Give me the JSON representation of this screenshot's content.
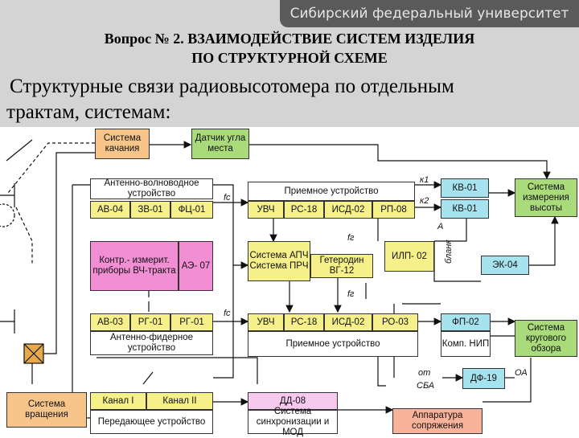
{
  "header": {
    "university": "Сибирский федеральный университет",
    "title_line1": "Вопрос № 2. ВЗАИМОДЕЙСТВИЕ СИСТЕМ ИЗДЕЛИЯ",
    "title_line2": "ПО СТРУКТУРНОЙ СХЕМЕ",
    "subtitle_line1": "Структурные связи радиовысотомера по отдельным",
    "subtitle_line2": "трактам, системам:"
  },
  "blocks": {
    "kachaniya": "Система качания",
    "datchik": "Датчик угла места",
    "avu_top": "Антенно-волноводное устройство",
    "av04": "АВ-04",
    "zv01": "ЗВ-01",
    "fc01": "ФЦ-01",
    "pru_top": "Приемное устройство",
    "uvch_top": "УВЧ",
    "rs18_top": "РС-18",
    "isd02_top": "ИСД-02",
    "rp08": "РП-08",
    "kv01_a": "КВ-01",
    "kv01_b": "КВ-01",
    "sys_height": "Система измерения высоты",
    "kontr": "Контр.- измерит. приборы ВЧ-тракта",
    "ae07": "АЭ- 07",
    "apch": "Система АПЧ Система ПРЧ",
    "geterodin": "Гетеродин ВГ-12",
    "ilp02": "ИЛП- 02",
    "ek04": "ЭК-04",
    "av03": "АВ-03",
    "rg01_a": "РГ-01",
    "rg01_b": "РГ-01",
    "afu_bottom": "Антенно-фидерное устройство",
    "uvch_bot": "УВЧ",
    "rs18_bot": "РС-18",
    "isd02_bot": "ИСД-02",
    "ro03": "РО-03",
    "pru_bottom": "Приемное устройство",
    "fp02": "ФП-02",
    "komp_nip": "Комп. НИП",
    "sys_krug": "Система кругового обзора",
    "df19": "ДФ-19",
    "kanal1": "Канал I",
    "kanal2": "Канал II",
    "peredayushchee": "Передающее устройство",
    "dd08": "ДД-08",
    "sys_sync": "Система синхронизации и МОД",
    "apparatura": "Аппаратура сопряжения",
    "sys_vrash": "Система вращения"
  },
  "labels": {
    "fc_top": "fc",
    "fc_bot": "fc",
    "fg": "fг",
    "fg2": "fг",
    "k1": "к1",
    "k2": "к2",
    "A": "А",
    "blank": "бланк",
    "ot": "от",
    "sba": "СБА",
    "oa": "ОА"
  },
  "colors": {
    "header_bg": "#d4d4d4",
    "university_bar": "#5a5a5a",
    "yellow": "#f6f08a",
    "green": "#a9db7a",
    "orange": "#f7c58a",
    "pink": "#f28fd4",
    "cyan": "#a7e3ee"
  }
}
